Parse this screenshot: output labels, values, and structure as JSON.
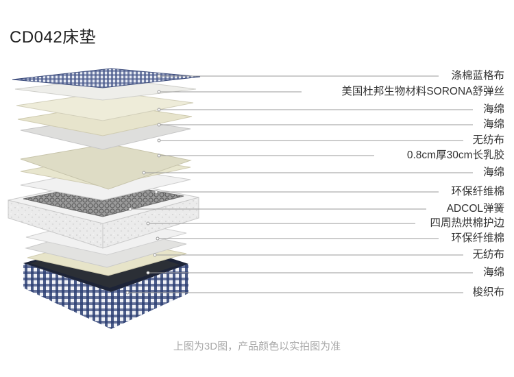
{
  "title": "CD042床垫",
  "layers": [
    {
      "label": "涤棉蓝格布"
    },
    {
      "label": "美国杜邦生物材料SORONA舒弹丝"
    },
    {
      "label": "海绵"
    },
    {
      "label": "海绵"
    },
    {
      "label": "无纺布"
    },
    {
      "label": "0.8cm厚30cm长乳胶"
    },
    {
      "label": "海绵"
    },
    {
      "label": "环保纤维棉"
    },
    {
      "label": "ADCOL弹簧"
    },
    {
      "label": "四周热烘棉护边"
    },
    {
      "label": "环保纤维棉"
    },
    {
      "label": "无纺布"
    },
    {
      "label": "海绵"
    },
    {
      "label": "梭织布"
    }
  ],
  "caption": "上图为3D图，产品颜色以实拍图为准",
  "colors": {
    "check_fabric": "#3a4a7a",
    "sorona": "#eceae4",
    "foam": "#e6e3ca",
    "nonwoven": "#dadada",
    "latex": "#dcdcc2",
    "fiber": "#eeeeee",
    "spring": "#8a8a8a",
    "border": "#e9e9e9",
    "base_fabric": "#2c3f73",
    "leader_line": "#9a9a9a"
  }
}
